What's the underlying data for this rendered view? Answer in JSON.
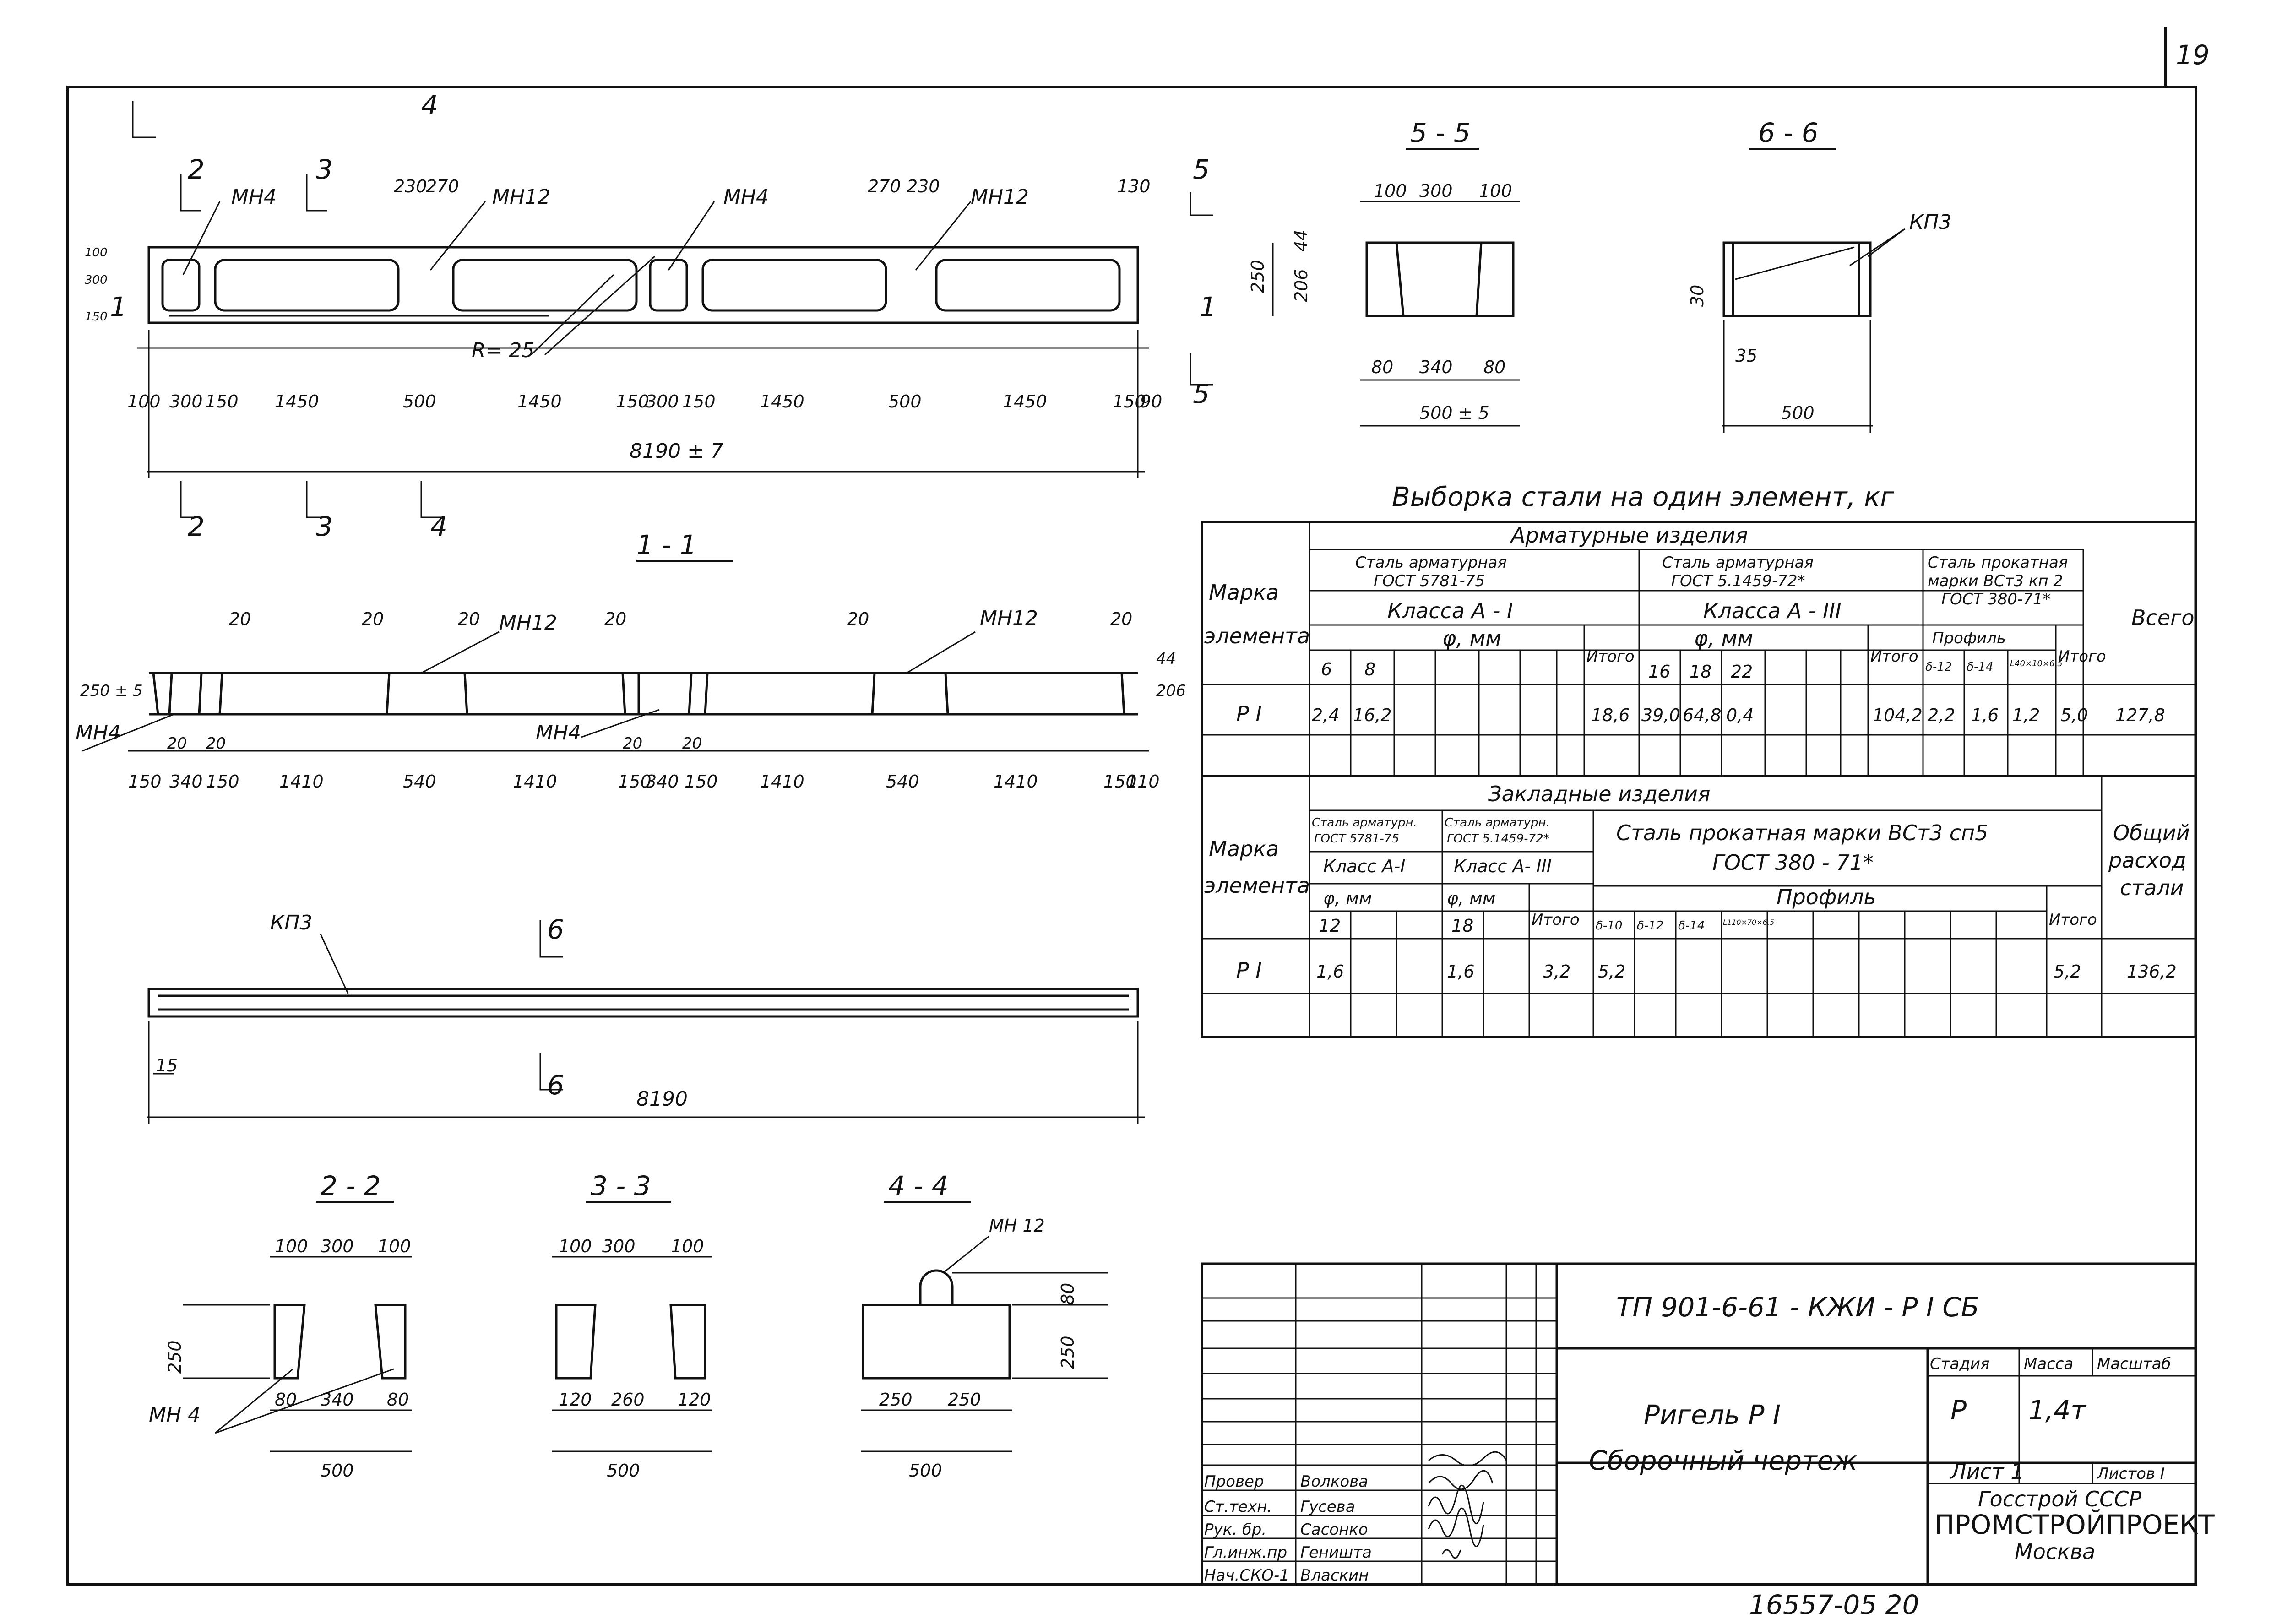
{
  "sheet": {
    "page_number": "19",
    "bottom_code": "16557-05 20"
  },
  "plan_view": {
    "marks": [
      "МН4",
      "МН12",
      "МН4",
      "МН12"
    ],
    "radius_label": "R= 25",
    "section_marks_top": [
      "4",
      "2",
      "3",
      "5"
    ],
    "section_marks_bottom": [
      "2",
      "3",
      "4",
      "5"
    ],
    "side_dims": [
      "100",
      "300",
      "150",
      "1"
    ],
    "top_dims": [
      "230",
      "270",
      "270",
      "230",
      "130"
    ],
    "bottom_dims": [
      "100",
      "300",
      "150",
      "1450",
      "500",
      "1450",
      "150",
      "300",
      "150",
      "1450",
      "500",
      "1450",
      "150",
      "90"
    ],
    "overall": "8190 ± 7"
  },
  "section_1_1": {
    "title": "1 - 1",
    "marks": [
      "МН12",
      "МН12",
      "МН4",
      "МН4"
    ],
    "top_dims": [
      "20",
      "20",
      "20",
      "20",
      "20",
      "20"
    ],
    "left_dim": "250 ± 5",
    "right_dims": [
      "44",
      "206"
    ],
    "inner_dims": [
      "20",
      "20",
      "20",
      "20"
    ],
    "bottom_dims": [
      "150",
      "340",
      "150",
      "1410",
      "540",
      "1410",
      "150",
      "340",
      "150",
      "1410",
      "540",
      "1410",
      "150",
      "110"
    ]
  },
  "side_view": {
    "mark": "КП3",
    "section_mark": "6",
    "left_dim": "15",
    "overall": "8190"
  },
  "section_5_5": {
    "title": "5 - 5",
    "top_dims": [
      "100",
      "300",
      "100"
    ],
    "left_dims": [
      "250",
      "206",
      "44"
    ],
    "bottom_dims": [
      "80",
      "340",
      "80"
    ],
    "overall": "500 ± 5"
  },
  "section_6_6": {
    "title": "6 - 6",
    "mark": "КП3",
    "dims": [
      "30",
      "35",
      "500"
    ]
  },
  "section_2_2": {
    "title": "2 - 2",
    "top_dims": [
      "100",
      "300",
      "100"
    ],
    "left_dim": "250",
    "bottom_dims": [
      "80",
      "340",
      "80"
    ],
    "overall": "500",
    "mark": "МН 4"
  },
  "section_3_3": {
    "title": "3 - 3",
    "top_dims": [
      "100",
      "300",
      "100"
    ],
    "bottom_dims": [
      "120",
      "260",
      "120"
    ],
    "overall": "500"
  },
  "section_4_4": {
    "title": "4 - 4",
    "mark": "МН 12",
    "right_dims": [
      "80",
      "250"
    ],
    "bottom_dims": [
      "250",
      "250"
    ],
    "overall": "500"
  },
  "steel_table": {
    "title": "Выборка   стали  на  один  элемент, кг",
    "col_mark": [
      "Марка",
      "элемента"
    ],
    "group_reinf": "Арматурные    изделия",
    "steel_a1": [
      "Сталь  арматурная",
      "ГОСТ 5781-75"
    ],
    "class_a1": "Класса  А - I",
    "steel_a3": [
      "Сталь  арматурная",
      "ГОСТ 5.1459-72*"
    ],
    "class_a3": "Класса  А - III",
    "steel_rolled": [
      "Сталь  прокатная",
      "марки ВСт3 кп 2",
      "ГОСТ 380-71*"
    ],
    "phi_mm": "φ, мм",
    "profile": "Профиль",
    "total": "Итого",
    "all": "Всего",
    "a1_diams": [
      "6",
      "8"
    ],
    "a3_diams": [
      "16",
      "18",
      "22"
    ],
    "profiles": [
      "δ-12",
      "δ-14",
      "L40×10×6,5"
    ],
    "row": {
      "mark": "Р I",
      "a1": [
        "2,4",
        "16,2"
      ],
      "a1_total": "18,6",
      "a3": [
        "39,0",
        "64,8",
        "0,4"
      ],
      "a3_total": "104,2",
      "rolled": [
        "2,2",
        "1,6",
        "1,2"
      ],
      "rolled_total": "5,0",
      "all": "127,8"
    }
  },
  "embed_table": {
    "group": "Закладные     изделия",
    "col_mark": [
      "Марка",
      "элемента"
    ],
    "steel_a1": [
      "Сталь арматурн.",
      "ГОСТ 5781-75"
    ],
    "class_a1": "Класс А-I",
    "steel_a3": [
      "Сталь арматурн.",
      "ГОСТ 5.1459-72*"
    ],
    "class_a3": "Класс А- III",
    "rolled": [
      "Сталь   прокатная   марки   ВСт3 сп5",
      "ГОСТ   380 - 71*"
    ],
    "phi_mm": "φ, мм",
    "profile": "Профиль",
    "total": "Итого",
    "overall": [
      "Общий",
      "расход",
      "стали"
    ],
    "a1_diams": [
      "12"
    ],
    "a3_diams": [
      "18"
    ],
    "profiles": [
      "δ-10",
      "δ-12",
      "δ-14",
      "L110×70×6,5"
    ],
    "row": {
      "mark": "Р I",
      "a1": "1,6",
      "a3": "1,6",
      "a_total": "3,2",
      "rolled_first": "5,2",
      "rolled_total": "5,2",
      "overall": "136,2"
    }
  },
  "title_block": {
    "code": "ТП 901-6-61 - КЖИ - Р I СБ",
    "name_line1": "Ригель  Р I",
    "name_line2": "Сборочный   чертеж",
    "col_stage": "Стадия",
    "col_mass": "Масса",
    "col_scale": "Масштаб",
    "stage": "Р",
    "mass": "1,4т",
    "sheet": "Лист  1",
    "sheets": "Листов I",
    "org_line1": "Госстрой  СССР",
    "org_line2": "ПРОМСТРОЙПРОЕКТ",
    "org_line3": "Москва",
    "signatures": [
      {
        "role": "Провер",
        "name": "Волкова"
      },
      {
        "role": "Ст.техн.",
        "name": "Гусева"
      },
      {
        "role": "Рук. бр.",
        "name": "Сасонко"
      },
      {
        "role": "Гл.инж.пр",
        "name": "Геништа"
      },
      {
        "role": "Нач.СКО-1",
        "name": "Власкин"
      }
    ]
  }
}
